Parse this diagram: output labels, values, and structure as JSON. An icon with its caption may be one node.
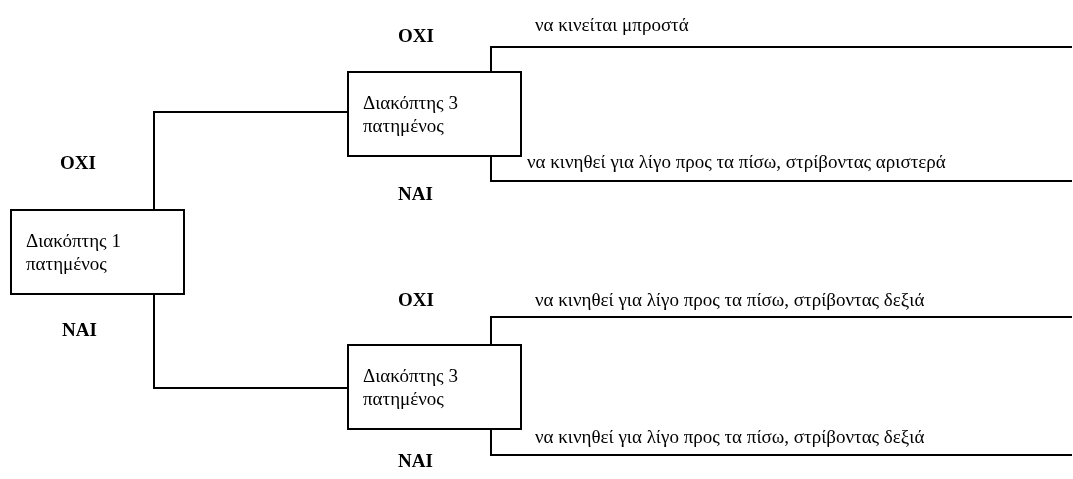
{
  "diagram": {
    "nodes": [
      {
        "text": [
          "Διακόπτης 1 πατημένος"
        ]
      },
      {
        "text": [
          "Διακόπτης 3 πατημένος"
        ]
      },
      {
        "text": [
          "Διακόπτης 3 πατημένος"
        ]
      }
    ],
    "edges": [
      {
        "from": 0,
        "to": 1,
        "arrow": "none",
        "label": "OXI"
      },
      {
        "from": 0,
        "to": 2,
        "arrow": "none",
        "label": "NAI"
      },
      {
        "from": 1,
        "to": null,
        "arrow": "none",
        "label": "να κινείται μπροστά"
      },
      {
        "from": 1,
        "to": null,
        "arrow": "none",
        "label": "να κινηθεί για λίγο προς τα πίσω, στρίβοντας αριστερά"
      },
      {
        "from": 2,
        "to": null,
        "arrow": "none",
        "label": "να κινηθεί για λίγο προς τα πίσω, στρίβοντας δεξιά"
      },
      {
        "from": 2,
        "to": null,
        "arrow": "none",
        "label": "να κινηθεί για λίγο προς τα πίσω, στρίβοντας δεξιά"
      }
    ],
    "labels": [
      "OXI",
      "NAI",
      "OXI",
      "NAI"
    ]
  }
}
